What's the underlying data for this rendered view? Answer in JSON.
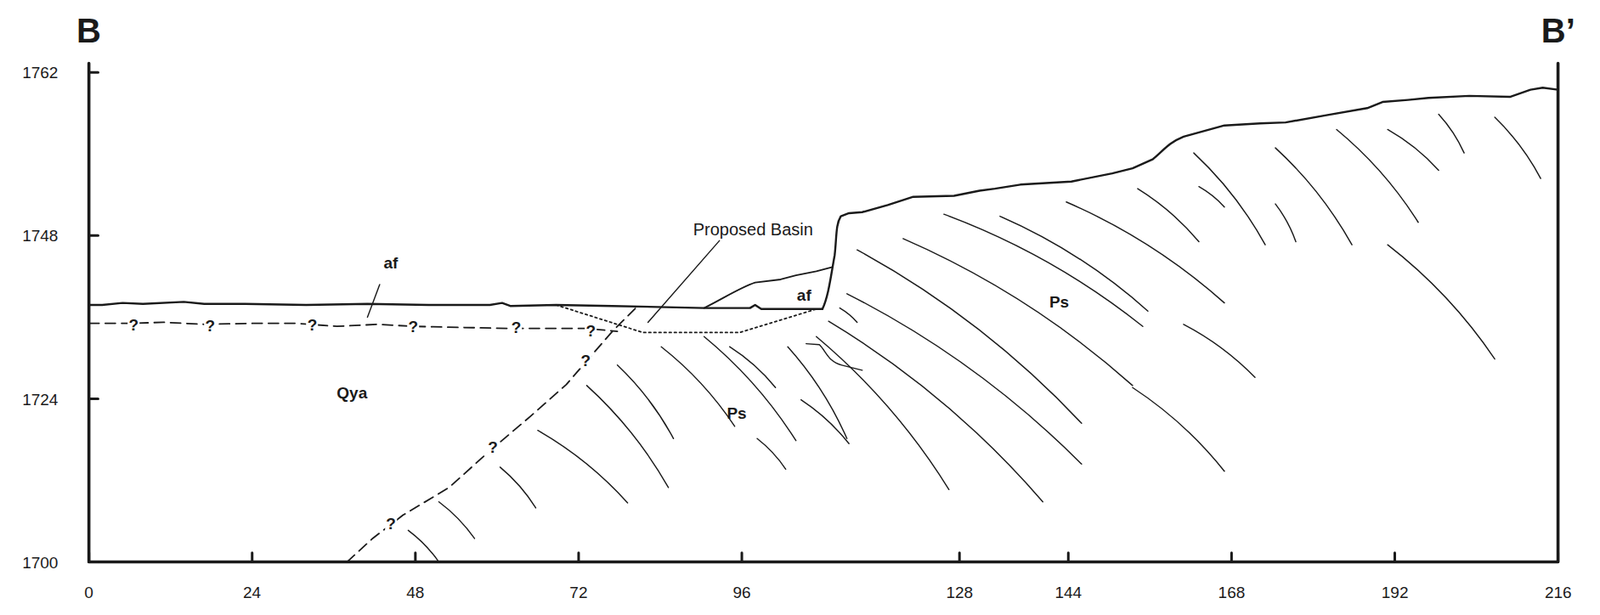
{
  "diagram": {
    "labels": [
      "B",
      "B’",
      "1762",
      "1748",
      "1724",
      "1700",
      "0",
      "24",
      "48",
      "72",
      "96",
      "128",
      "144",
      "168",
      "192",
      "216",
      "af",
      "Proposed Basin",
      "af",
      "Qya",
      "Ps",
      "Ps",
      "?",
      "?",
      "?",
      "?",
      "?",
      "?",
      "?",
      "?",
      "?"
    ]
  }
}
